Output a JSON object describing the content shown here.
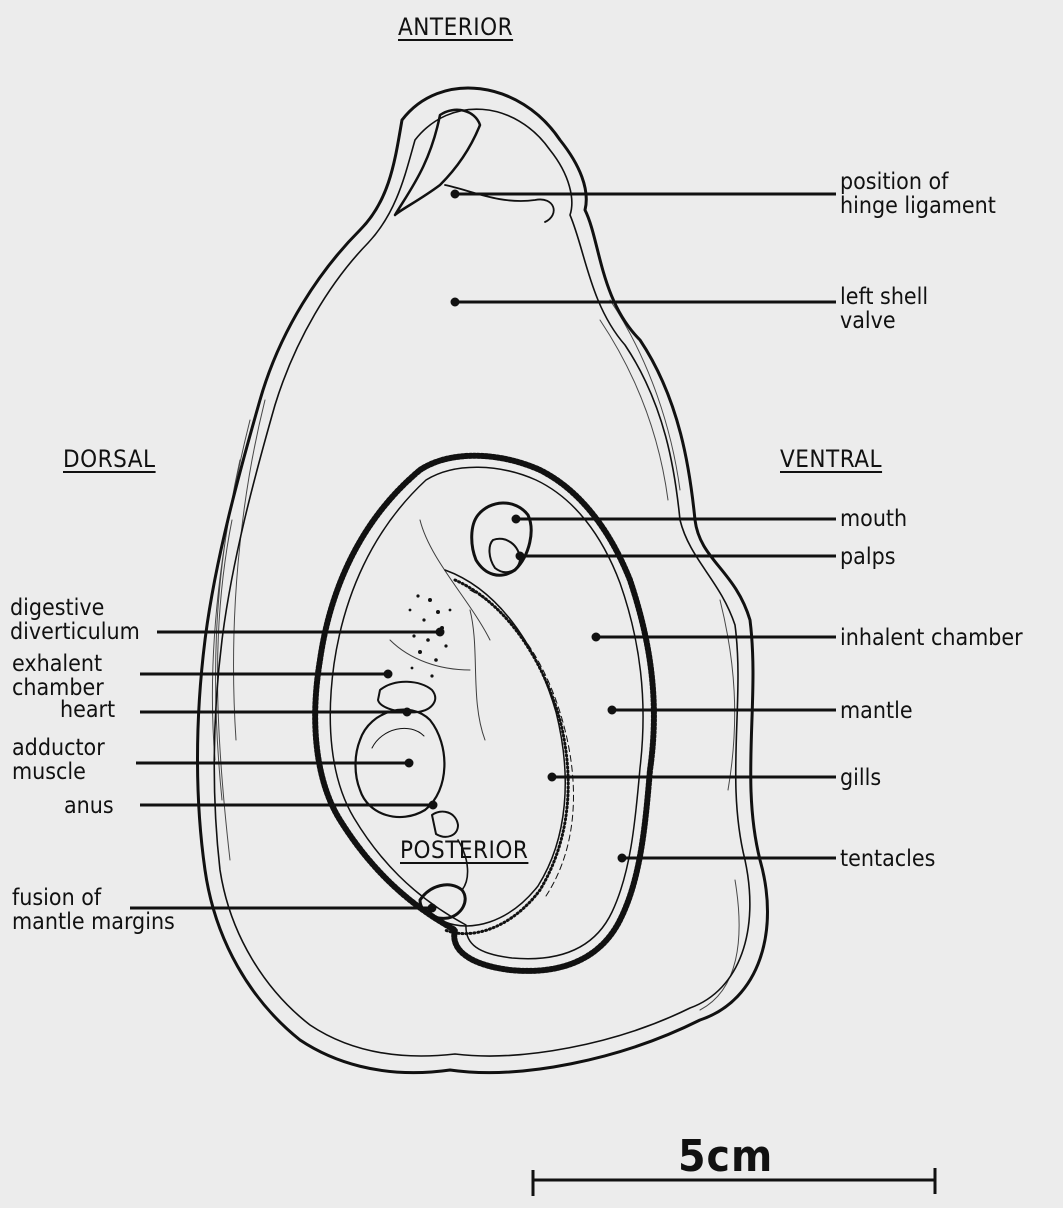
{
  "orientation": {
    "anterior": "ANTERIOR",
    "posterior": "POSTERIOR",
    "dorsal": "DORSAL",
    "ventral": "VENTRAL"
  },
  "labels_right": [
    {
      "id": "hinge",
      "text": "position of\nhinge ligament"
    },
    {
      "id": "shell",
      "text": "left shell\nvalve"
    },
    {
      "id": "mouth",
      "text": "mouth"
    },
    {
      "id": "palps",
      "text": "palps"
    },
    {
      "id": "inhalent",
      "text": "inhalent chamber"
    },
    {
      "id": "mantle",
      "text": "mantle"
    },
    {
      "id": "gills",
      "text": "gills"
    },
    {
      "id": "tentacles",
      "text": "tentacles"
    }
  ],
  "labels_left": [
    {
      "id": "digestive",
      "text": "digestive\ndiverticulum"
    },
    {
      "id": "exhalent",
      "text": "exhalent\nchamber"
    },
    {
      "id": "heart",
      "text": "heart"
    },
    {
      "id": "adductor",
      "text": "adductor\nmuscle"
    },
    {
      "id": "anus",
      "text": "anus"
    },
    {
      "id": "fusion",
      "text": "fusion of\nmantle margins"
    }
  ],
  "scale": {
    "label": "5cm"
  },
  "colors": {
    "ink": "#111111",
    "paper": "#ececec"
  }
}
